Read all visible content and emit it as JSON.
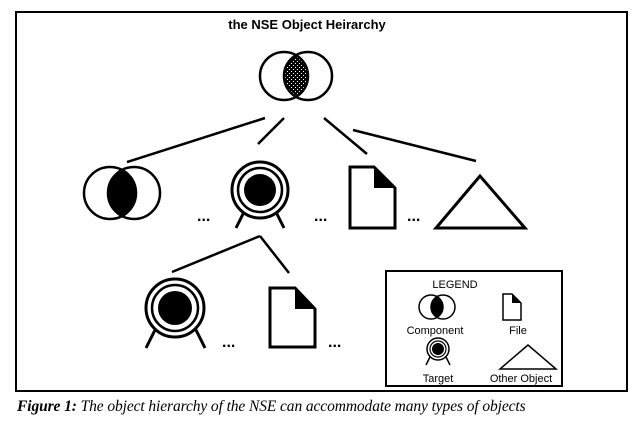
{
  "diagram": {
    "title": "the NSE Object Heirarchy",
    "root": {
      "type": "component",
      "fill": "stippled"
    },
    "level1": [
      {
        "type": "component"
      },
      {
        "type": "ellipsis",
        "text": "..."
      },
      {
        "type": "target"
      },
      {
        "type": "ellipsis",
        "text": "..."
      },
      {
        "type": "file"
      },
      {
        "type": "ellipsis",
        "text": "..."
      },
      {
        "type": "other-object"
      }
    ],
    "level2": [
      {
        "type": "target"
      },
      {
        "type": "ellipsis",
        "text": "..."
      },
      {
        "type": "file"
      },
      {
        "type": "ellipsis",
        "text": "..."
      }
    ],
    "legend": {
      "title": "LEGEND",
      "items": [
        {
          "icon": "component-icon",
          "label": "Component"
        },
        {
          "icon": "file-icon",
          "label": "File"
        },
        {
          "icon": "target-icon",
          "label": "Target"
        },
        {
          "icon": "triangle-icon",
          "label": "Other Object"
        }
      ]
    }
  },
  "caption": {
    "label": "Figure 1:",
    "text": " The object hierarchy of the NSE can accommodate many types of objects"
  }
}
